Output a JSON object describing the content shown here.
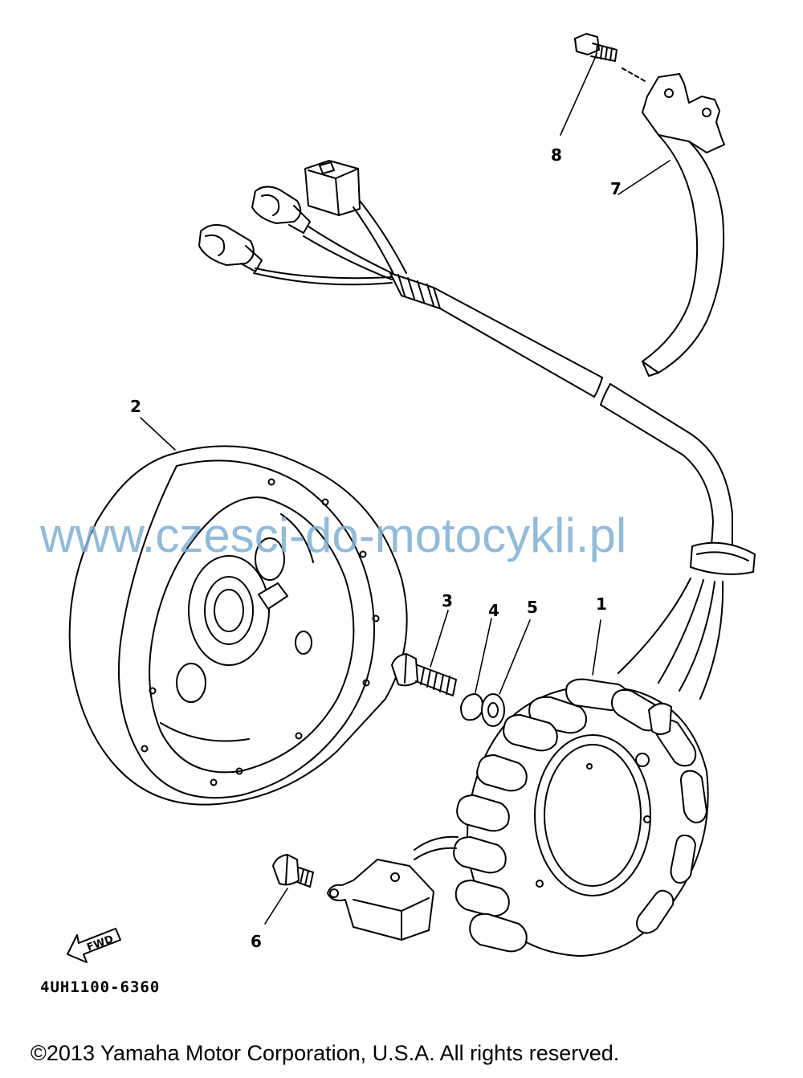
{
  "diagram": {
    "callouts": [
      {
        "id": "1",
        "label": "1"
      },
      {
        "id": "2",
        "label": "2"
      },
      {
        "id": "3",
        "label": "3"
      },
      {
        "id": "4",
        "label": "4"
      },
      {
        "id": "5",
        "label": "5"
      },
      {
        "id": "6",
        "label": "6"
      },
      {
        "id": "7",
        "label": "7"
      },
      {
        "id": "8",
        "label": "8"
      }
    ],
    "fwd_label": "FWD",
    "catalog_code": "4UH1100-6360"
  },
  "watermark": "www.czesci-do-motocykli.pl",
  "footer": {
    "copyright": "©2013 Yamaha Motor Corporation, U.S.A. All rights reserved."
  }
}
